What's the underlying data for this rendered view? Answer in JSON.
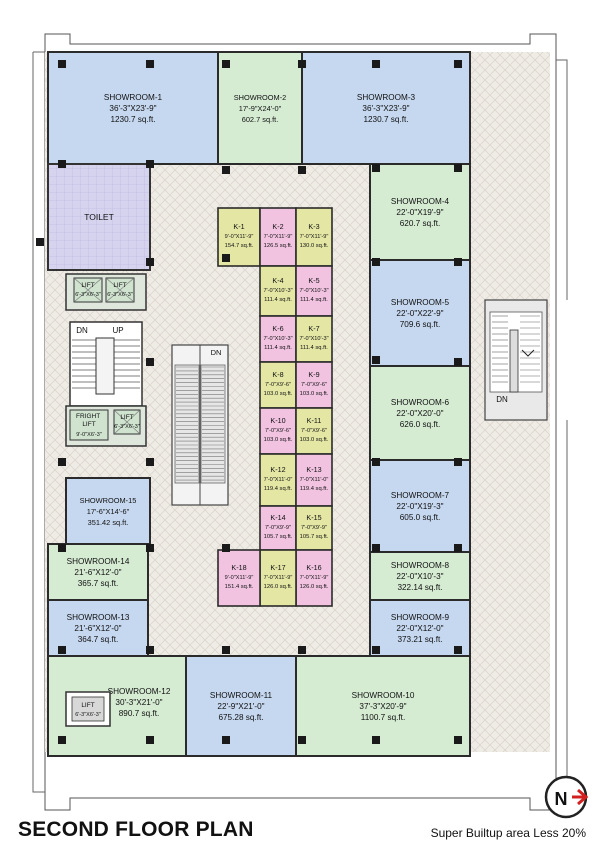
{
  "title": "SECOND FLOOR PLAN",
  "note": "Super Builtup area Less 20%",
  "north_symbol": "N",
  "colors": {
    "blue": "#c6d8f0",
    "green": "#d5ecd3",
    "lilac": "#d6d3ee",
    "kiosk_yellow": "#e4e6a4",
    "kiosk_pink": "#f1c3e1",
    "wall": "#333333",
    "floor": "#ece8e2"
  },
  "rooms": [
    {
      "name": "SHOWROOM-1",
      "dim": "36'-3\"X23'-9\"",
      "area": "1230.7 sq.ft.",
      "color": "blue"
    },
    {
      "name": "SHOWROOM-2",
      "dim": "17'-9\"X24'-0\"",
      "area": "602.7 sq.ft.",
      "color": "green"
    },
    {
      "name": "SHOWROOM-3",
      "dim": "36'-3\"X23'-9\"",
      "area": "1230.7 sq.ft.",
      "color": "blue"
    },
    {
      "name": "SHOWROOM-4",
      "dim": "22'-0\"X19'-9\"",
      "area": "620.7 sq.ft.",
      "color": "green"
    },
    {
      "name": "SHOWROOM-5",
      "dim": "22'-0\"X22'-9\"",
      "area": "709.6 sq.ft.",
      "color": "blue"
    },
    {
      "name": "SHOWROOM-6",
      "dim": "22'-0\"X20'-0\"",
      "area": "626.0 sq.ft.",
      "color": "green"
    },
    {
      "name": "SHOWROOM-7",
      "dim": "22'-0\"X19'-3\"",
      "area": "605.0 sq.ft.",
      "color": "blue"
    },
    {
      "name": "SHOWROOM-8",
      "dim": "22'-0\"X10'-3\"",
      "area": "322.14 sq.ft.",
      "color": "green"
    },
    {
      "name": "SHOWROOM-9",
      "dim": "22'-0\"X12'-0\"",
      "area": "373.21 sq.ft.",
      "color": "blue"
    },
    {
      "name": "SHOWROOM-10",
      "dim": "37'-3\"X20'-9\"",
      "area": "1100.7 sq.ft.",
      "color": "green"
    },
    {
      "name": "SHOWROOM-11",
      "dim": "22'-9\"X21'-0\"",
      "area": "675.28 sq.ft.",
      "color": "blue"
    },
    {
      "name": "SHOWROOM-12",
      "dim": "30'-3\"X21'-0\"",
      "area": "890.7 sq.ft.",
      "color": "green"
    },
    {
      "name": "SHOWROOM-13",
      "dim": "21'-6\"X12'-0\"",
      "area": "364.7 sq.ft.",
      "color": "blue"
    },
    {
      "name": "SHOWROOM-14",
      "dim": "21'-6\"X12'-0\"",
      "area": "365.7 sq.ft.",
      "color": "green"
    },
    {
      "name": "SHOWROOM-15",
      "dim": "17'-6\"X14'-6\"",
      "area": "351.42 sq.ft.",
      "color": "blue"
    }
  ],
  "kiosks": [
    {
      "name": "K-1",
      "dim": "9'-0\"X11'-9\"",
      "area": "154.7 sq.ft.",
      "color": "kiosk_yellow"
    },
    {
      "name": "K-2",
      "dim": "7'-0\"X11'-9\"",
      "area": "126.5 sq.ft.",
      "color": "kiosk_pink"
    },
    {
      "name": "K-3",
      "dim": "7'-0\"X11'-9\"",
      "area": "130.0 sq.ft.",
      "color": "kiosk_yellow"
    },
    {
      "name": "K-4",
      "dim": "7'-0\"X10'-3\"",
      "area": "111.4 sq.ft.",
      "color": "kiosk_yellow"
    },
    {
      "name": "K-5",
      "dim": "7'-0\"X10'-3\"",
      "area": "111.4 sq.ft.",
      "color": "kiosk_pink"
    },
    {
      "name": "K-6",
      "dim": "7'-0\"X10'-3\"",
      "area": "111.4 sq.ft.",
      "color": "kiosk_pink"
    },
    {
      "name": "K-7",
      "dim": "7'-0\"X10'-3\"",
      "area": "111.4 sq.ft.",
      "color": "kiosk_yellow"
    },
    {
      "name": "K-8",
      "dim": "7'-0\"X9'-6\"",
      "area": "103.0 sq.ft.",
      "color": "kiosk_yellow"
    },
    {
      "name": "K-9",
      "dim": "7'-0\"X9'-6\"",
      "area": "103.0 sq.ft.",
      "color": "kiosk_pink"
    },
    {
      "name": "K-10",
      "dim": "7'-0\"X9'-6\"",
      "area": "103.0 sq.ft.",
      "color": "kiosk_pink"
    },
    {
      "name": "K-11",
      "dim": "7'-0\"X9'-6\"",
      "area": "103.0 sq.ft.",
      "color": "kiosk_yellow"
    },
    {
      "name": "K-12",
      "dim": "7'-0\"X11'-0\"",
      "area": "119.4 sq.ft.",
      "color": "kiosk_yellow"
    },
    {
      "name": "K-13",
      "dim": "7'-0\"X11'-0\"",
      "area": "119.4 sq.ft.",
      "color": "kiosk_pink"
    },
    {
      "name": "K-14",
      "dim": "7'-0\"X9'-9\"",
      "area": "105.7 sq.ft.",
      "color": "kiosk_pink"
    },
    {
      "name": "K-15",
      "dim": "7'-0\"X9'-9\"",
      "area": "105.7 sq.ft.",
      "color": "kiosk_yellow"
    },
    {
      "name": "K-16",
      "dim": "7'-0\"X11'-9\"",
      "area": "126.0 sq.ft.",
      "color": "kiosk_pink"
    },
    {
      "name": "K-17",
      "dim": "7'-0\"X11'-9\"",
      "area": "126.0 sq.ft.",
      "color": "kiosk_yellow"
    },
    {
      "name": "K-18",
      "dim": "9'-0\"X11'-9\"",
      "area": "151.4 sq.ft.",
      "color": "kiosk_pink"
    }
  ],
  "toilet": {
    "name": "TOILET",
    "color": "lilac"
  },
  "lifts": [
    {
      "name": "LIFT",
      "dim": "6'-3\"X6'-3\""
    },
    {
      "name": "LIFT",
      "dim": "6'-3\"X6'-3\""
    },
    {
      "name": "FRIGHT LIFT",
      "dim": "9'-0\"X6'-3\""
    },
    {
      "name": "LIFT",
      "dim": "6'-3\"X6'-3\""
    },
    {
      "name": "LIFT",
      "dim": "6'-3\"X6'-3\""
    }
  ],
  "labels": {
    "dn": "DN",
    "up": "UP"
  }
}
